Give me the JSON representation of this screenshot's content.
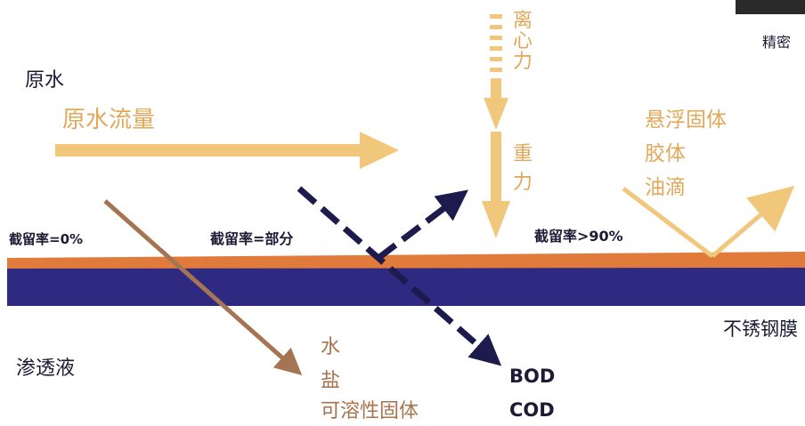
{
  "labels": {
    "raw_water": "原水",
    "raw_water_flow": "原水流量",
    "centrifugal_force": [
      "离",
      "心",
      "力"
    ],
    "gravity": [
      "重",
      "力"
    ],
    "suspended_solids": "悬浮固体",
    "colloids": "胶体",
    "oil_droplets": "油滴",
    "retention_0": "截留率=0%",
    "retention_partial": "截留率=部分",
    "retention_90": "截留率>90%",
    "precision": "精密",
    "stainless_membrane": "不锈钢膜",
    "permeate": "渗透液",
    "water": "水",
    "salt": "盐",
    "soluble_solids": "可溶性固体",
    "bod": "BOD",
    "cod": "COD"
  },
  "colors": {
    "membrane_top": "#e07b3c",
    "membrane_body": "#2e2a82",
    "flow_arrow": "#f1c77b",
    "brown_arrow": "#a57452",
    "dark_dashed": "#1d1b4e",
    "dark_text": "#1b1b35",
    "gold_text": "#e2a85a"
  }
}
